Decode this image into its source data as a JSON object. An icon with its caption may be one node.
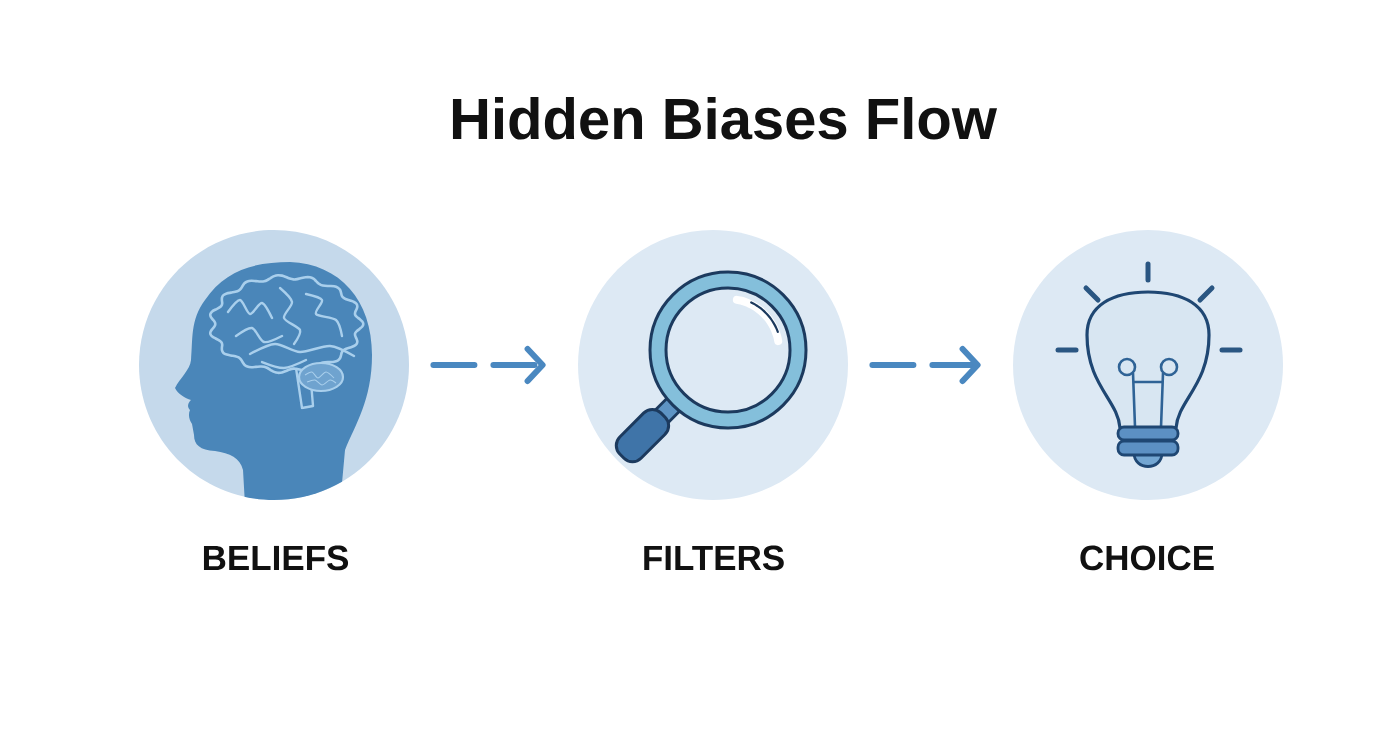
{
  "diagram": {
    "title": "Hidden Biases Flow",
    "nodes": [
      {
        "text": [
          "BELIEFS"
        ]
      },
      {
        "text": [
          "FILTERS"
        ]
      },
      {
        "text": [
          "CHOICE"
        ]
      }
    ],
    "edges": [
      {
        "from": 0,
        "to": 1,
        "arrow": "to",
        "style": "dashed"
      },
      {
        "from": 1,
        "to": 2,
        "arrow": "to",
        "style": "dashed"
      }
    ]
  }
}
